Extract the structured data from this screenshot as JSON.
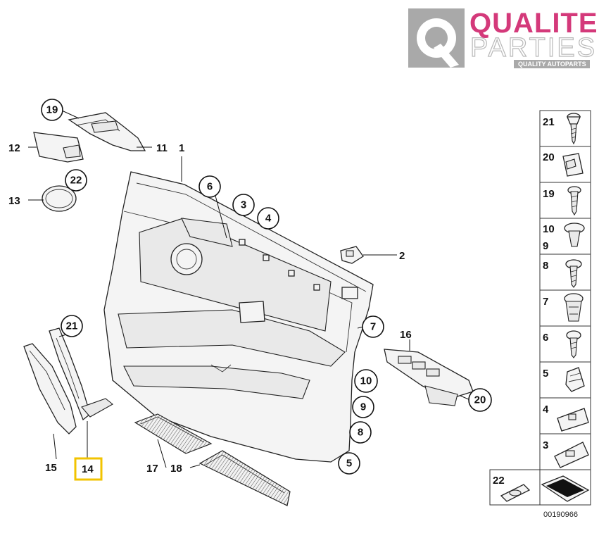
{
  "logo": {
    "line1": "QUALITE",
    "line2": "PARTIES",
    "tagline": "QUALITY AUTOPARTS",
    "colors": {
      "accent": "#d4397a",
      "grey": "#9a9a9a"
    }
  },
  "callouts": {
    "c19": "19",
    "c22": "22",
    "c6": "6",
    "c3": "3",
    "c4": "4",
    "c21": "21",
    "c7": "7",
    "c10": "10",
    "c9": "9",
    "c8": "8",
    "c5": "5",
    "c20": "20"
  },
  "labels": {
    "l12": "12",
    "l11": "11",
    "l1": "1",
    "l13": "13",
    "l2": "2",
    "l16": "16",
    "l15": "15",
    "l14": "14",
    "l17": "17",
    "l18": "18"
  },
  "legend": {
    "r21": "21",
    "r20": "20",
    "r19": "19",
    "r10": "10",
    "r9": "9",
    "r8": "8",
    "r7": "7",
    "r6": "6",
    "r5": "5",
    "r4": "4",
    "r3": "3",
    "r22": "22"
  },
  "diagram_id": "00190966",
  "highlight_color": "#f2c300"
}
